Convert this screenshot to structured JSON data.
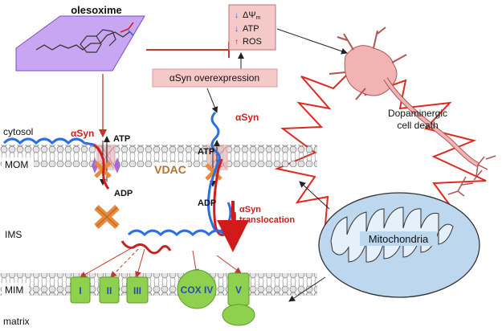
{
  "drug": {
    "name": "olesoxime"
  },
  "effects": {
    "delta_psi": "ΔΨ",
    "delta_psi_sub": "m",
    "atp": "ATP",
    "ros": "ROS"
  },
  "overexpression": {
    "label": "αSyn overexpression"
  },
  "neuron": {
    "label_line1": "Dopaminergic",
    "label_line2": "cell death"
  },
  "compartments": {
    "cytosol": "cytosol",
    "mom": "MOM",
    "ims": "IMS",
    "mim": "MIM",
    "matrix": "matrix"
  },
  "vdac": {
    "label": "VDAC",
    "atp_left": "ATP",
    "adp_left": "ADP",
    "atp_right": "ATP",
    "adp_right": "ADP"
  },
  "asyn": {
    "left_label": "αSyn",
    "right_label": "αSyn",
    "translocation_line1": "αSyn",
    "translocation_line2": "translocation"
  },
  "complexes": {
    "c1": "I",
    "c2": "II",
    "c3": "III",
    "c4": "COX IV",
    "c5": "V"
  },
  "mitochondria": {
    "label": "Mitochondria"
  },
  "colors": {
    "drug_fill": "#c9a6f2",
    "effects_box": "#f6c9c9",
    "asyn_red": "#cc1f1f",
    "asyn_blue": "#2a6fe0",
    "block_orange": "#e88a3c",
    "complex_green": "#8fd14f",
    "vdac_label": "#b8702a",
    "mito_fill": "#bcd7ee",
    "neuron_fill": "#f2b3b3",
    "starburst_stroke": "#e0281e"
  }
}
